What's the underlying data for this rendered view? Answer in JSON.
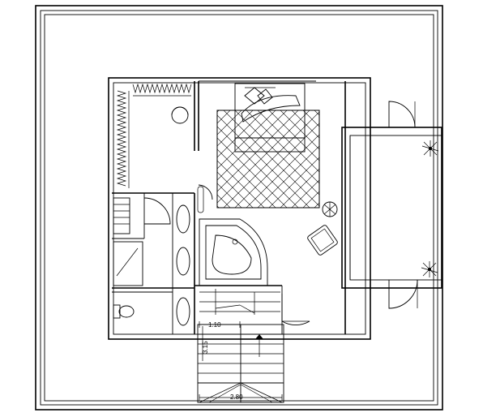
{
  "dimensions": {
    "stair_width": "1.10",
    "stair_depth": "3.15",
    "stair_length": "2.80"
  },
  "colors": {
    "line": "#000000",
    "background": "#ffffff"
  }
}
